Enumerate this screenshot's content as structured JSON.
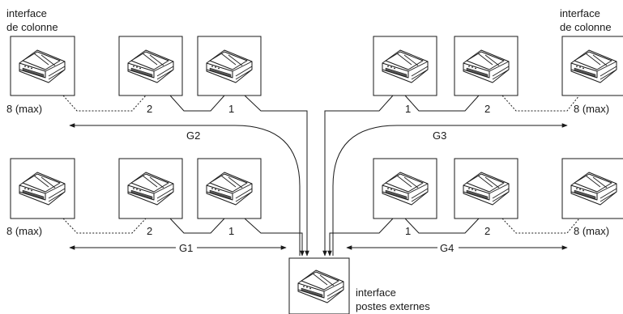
{
  "labels": {
    "column_interface": [
      "interface",
      "de colonne"
    ],
    "external_interface": [
      "interface",
      "postes externes"
    ],
    "max": "8 (max)",
    "one": "1",
    "two": "2"
  },
  "groups": [
    "G1",
    "G2",
    "G3",
    "G4"
  ],
  "icons": {
    "device": "din-rail-module-icon"
  }
}
